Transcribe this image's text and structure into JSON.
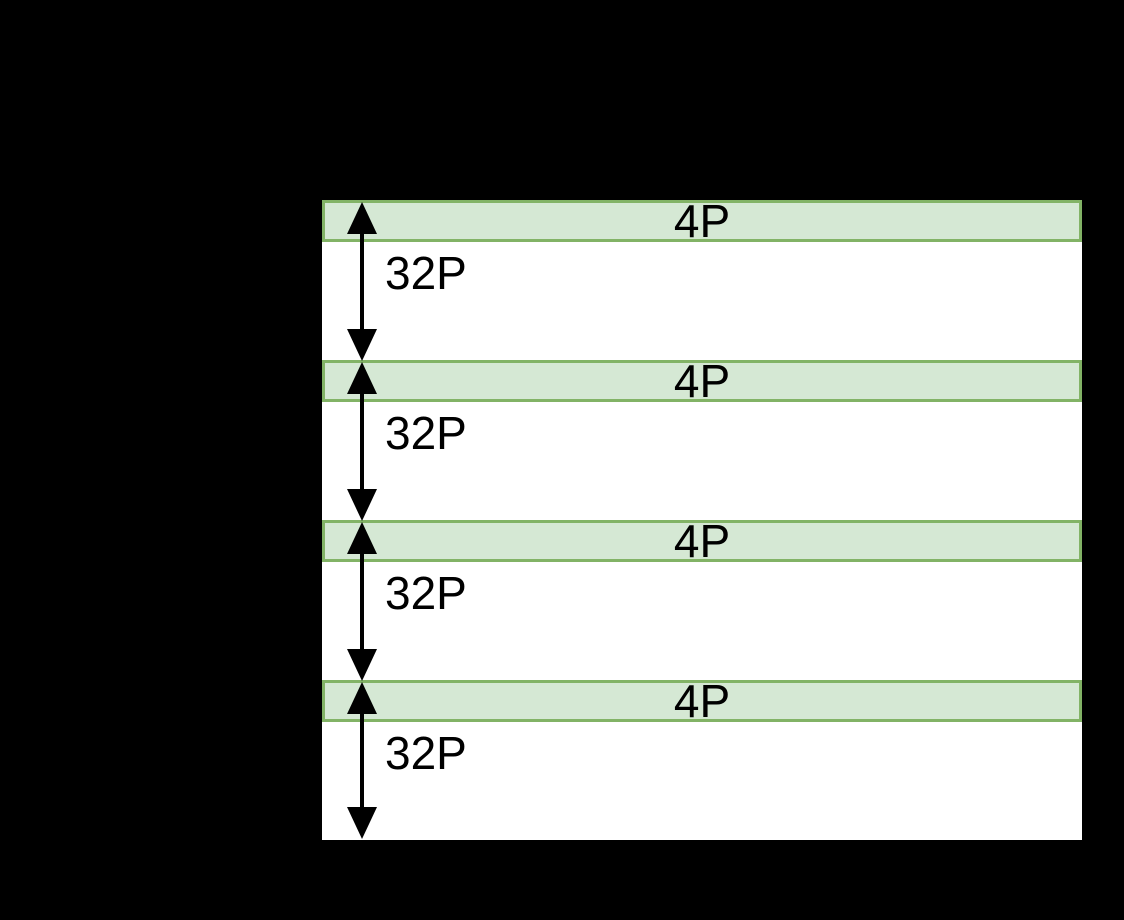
{
  "colors": {
    "background": "#000000",
    "canvas": "#ffffff",
    "bar-fill": "#d5e8d4",
    "bar-border": "#82b366",
    "ink": "#000000"
  },
  "diagram": {
    "rows": [
      {
        "bar_label": "4P",
        "gap_label": "32P"
      },
      {
        "bar_label": "4P",
        "gap_label": "32P"
      },
      {
        "bar_label": "4P",
        "gap_label": "32P"
      },
      {
        "bar_label": "4P",
        "gap_label": "32P"
      }
    ]
  }
}
